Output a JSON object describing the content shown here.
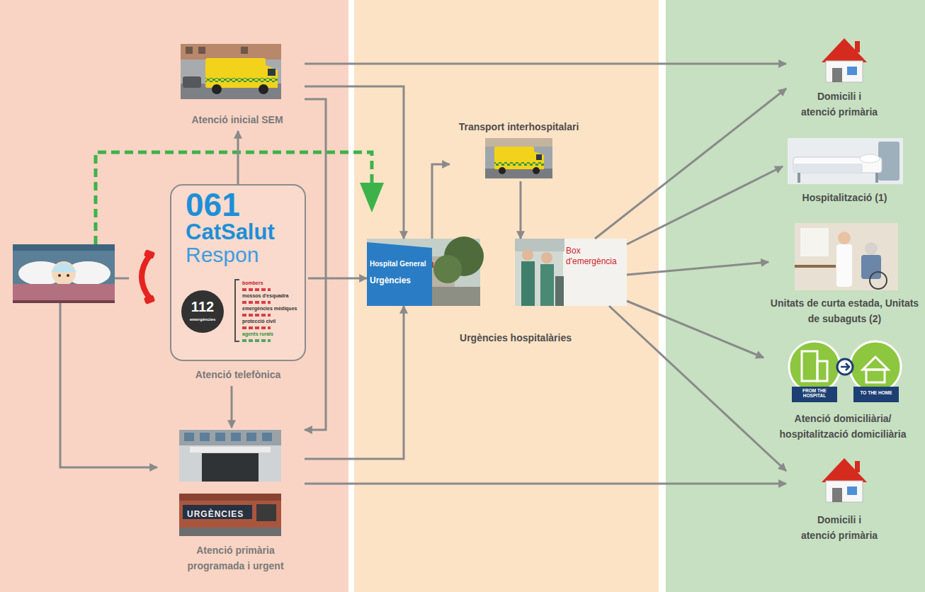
{
  "diagram": {
    "nodes": [
      {
        "text": [
          "Atenció inicial SEM"
        ]
      },
      {
        "text": [
          "061",
          "CatSalut",
          "Respon",
          "112",
          "emergències",
          "bombers",
          "mossos d'esquadra",
          "emergències mèdiques",
          "protecció civil",
          "agents rurals",
          "Atenció telefònica"
        ]
      },
      {
        "text": [
          "URGÈNCIES",
          "Atenció primària programada i urgent"
        ]
      },
      {
        "text": [
          "Hospital General",
          "Urgències"
        ]
      },
      {
        "text": [
          "Transport interhospitalari"
        ]
      },
      {
        "text": [
          "Box d'emergència"
        ]
      },
      {
        "text": [
          "Domicili i atenció primària"
        ]
      },
      {
        "text": [
          "Hospitalització (1)"
        ]
      },
      {
        "text": [
          "Unitats de curta estada, Unitats de subaguts (2)"
        ]
      },
      {
        "text": [
          "FROM THE HOSPITAL",
          "TO THE HOME",
          "Atenció domiciliària/ hospitalització domiciliària"
        ]
      },
      {
        "text": [
          "Domicili i atenció primària"
        ]
      }
    ],
    "edges": [
      {
        "from": 0,
        "to": 6,
        "arrow": "to"
      },
      {
        "from": 0,
        "to": 3,
        "arrow": "to"
      },
      {
        "from": 0,
        "to": 2,
        "arrow": "to"
      },
      {
        "from": 1,
        "to": 0,
        "arrow": "to"
      },
      {
        "from": 1,
        "to": 3,
        "arrow": "to"
      },
      {
        "from": 1,
        "to": 2,
        "arrow": "to"
      },
      {
        "from": 2,
        "to": 3,
        "arrow": "to"
      },
      {
        "from": 2,
        "to": 10,
        "arrow": "to"
      },
      {
        "from": 3,
        "to": 4,
        "arrow": "to"
      },
      {
        "from": 4,
        "to": 5,
        "arrow": "to"
      },
      {
        "from": 5,
        "to": 6,
        "arrow": "to"
      },
      {
        "from": 5,
        "to": 7,
        "arrow": "to"
      },
      {
        "from": 5,
        "to": 8,
        "arrow": "to"
      },
      {
        "from": 5,
        "to": 9,
        "arrow": "to"
      },
      {
        "from": 5,
        "to": 10,
        "arrow": "to"
      }
    ],
    "labels": [
      "Urgències hospitalàries"
    ]
  }
}
